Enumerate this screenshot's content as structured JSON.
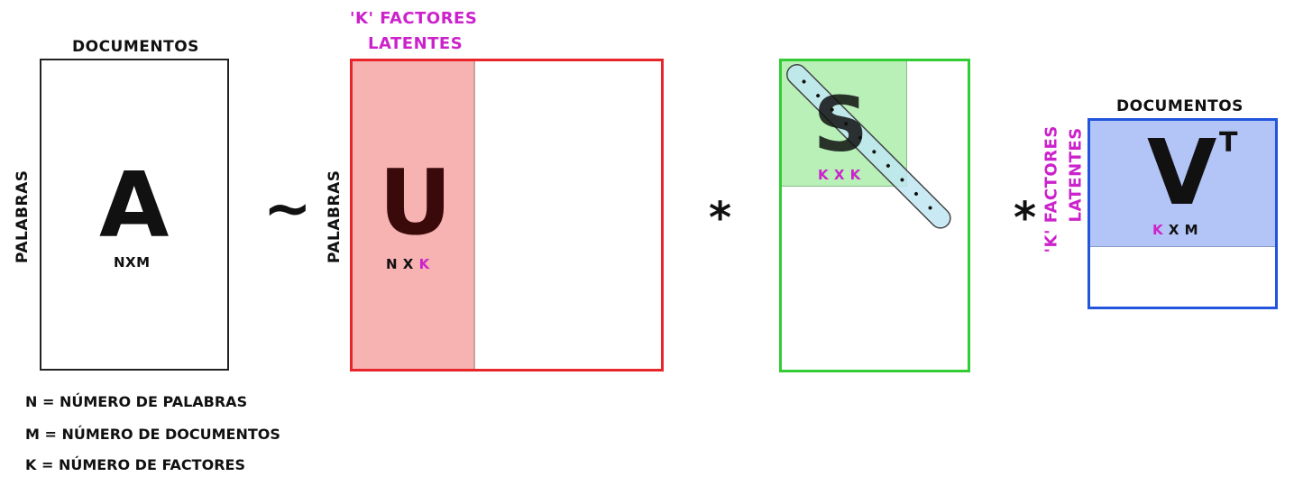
{
  "matrix_a": {
    "top_label": "DOCUMENTOS",
    "side_label": "PALABRAS",
    "letter": "A",
    "dims": "NXM"
  },
  "operator_approx": "~",
  "matrix_u": {
    "top_label_line1": "'K' FACTORES",
    "top_label_line2": "LATENTES",
    "side_label": "PALABRAS",
    "letter": "U",
    "dims_prefix": "N X ",
    "dims_k": "K",
    "colors": {
      "border": "#e8262a",
      "fill": "#f7b2b2"
    }
  },
  "operator_mult_1": "*",
  "matrix_s": {
    "letter": "S",
    "dims": "K X K",
    "colors": {
      "border": "#33cc33",
      "fill": "#b8f0b8",
      "diagonal": "#bfe6f2"
    }
  },
  "operator_mult_2": "*",
  "matrix_vt": {
    "top_label": "DOCUMENTOS",
    "side_label_line1": "'K' FACTORES",
    "side_label_line2": "LATENTES",
    "letter": "V",
    "superscript": "T",
    "dims_k": "K",
    "dims_suffix": " X M",
    "colors": {
      "border": "#2255dd",
      "fill": "#b3c4f7"
    }
  },
  "legend": [
    "N = NÚMERO DE PALABRAS",
    "M = NÚMERO DE DOCUMENTOS",
    "K = NÚMERO DE FACTORES"
  ]
}
